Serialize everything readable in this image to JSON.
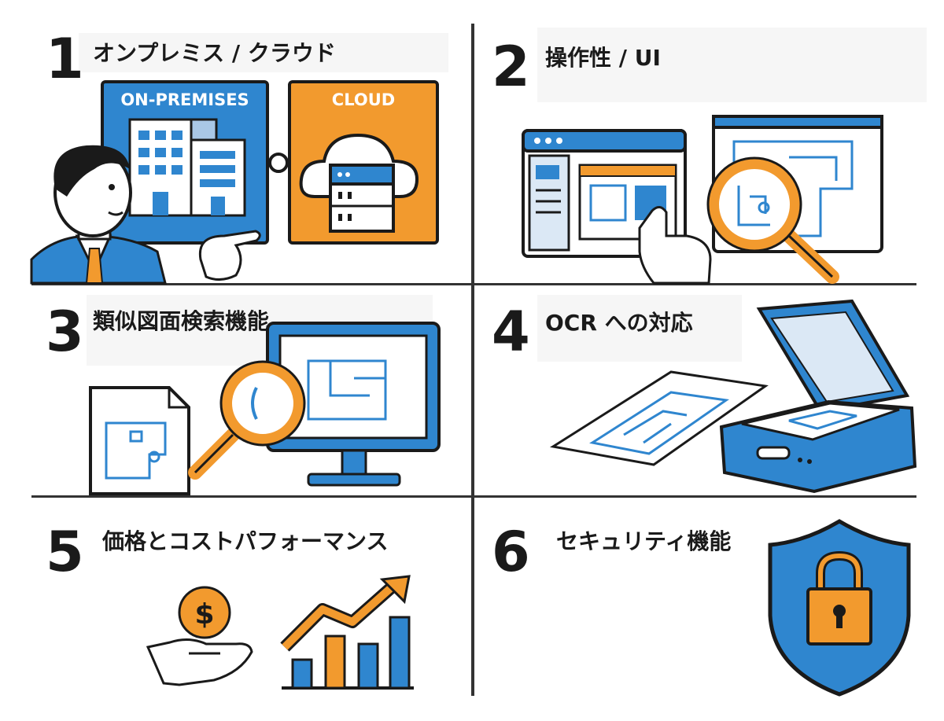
{
  "panels": [
    {
      "number": "1",
      "title": "オンプレミス / クラウド",
      "labels": {
        "left_box": "ON-PREMISES",
        "right_box": "CLOUD"
      },
      "icons": [
        "office-building-icon",
        "businessman-icon",
        "cloud-server-icon"
      ]
    },
    {
      "number": "2",
      "title": "操作性 / UI",
      "icons": [
        "app-window-icon",
        "pointing-hand-icon",
        "magnifier-icon",
        "blueprint-monitor-icon"
      ]
    },
    {
      "number": "3",
      "title": "類似図面検索機能",
      "icons": [
        "drawing-document-icon",
        "magnifier-icon",
        "monitor-icon"
      ]
    },
    {
      "number": "4",
      "title": "OCR への対応",
      "icons": [
        "drawing-paper-icon",
        "scanner-icon"
      ]
    },
    {
      "number": "5",
      "title": "価格とコストパフォーマンス",
      "icons": [
        "coin-in-hand-icon",
        "bar-chart-up-icon"
      ]
    },
    {
      "number": "6",
      "title": "セキュリティ機能",
      "icons": [
        "shield-lock-icon"
      ]
    }
  ],
  "colors": {
    "blue": "#2f86cf",
    "orange": "#f29a2e",
    "navy": "#1e3a5f",
    "ink": "#1a1a1a"
  }
}
